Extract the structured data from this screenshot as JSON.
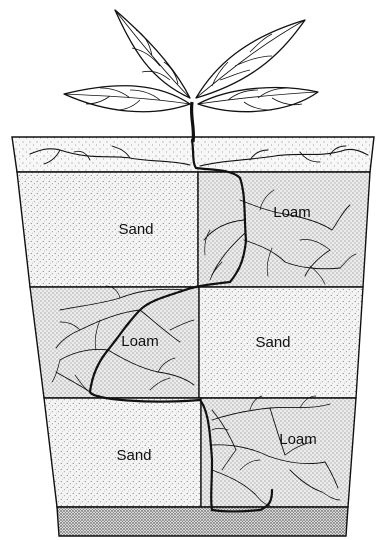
{
  "diagram": {
    "cells": [
      {
        "label": "Sand"
      },
      {
        "label": "Loam"
      },
      {
        "label": "Loam"
      },
      {
        "label": "Sand"
      },
      {
        "label": "Sand"
      },
      {
        "label": "Loam"
      }
    ]
  }
}
